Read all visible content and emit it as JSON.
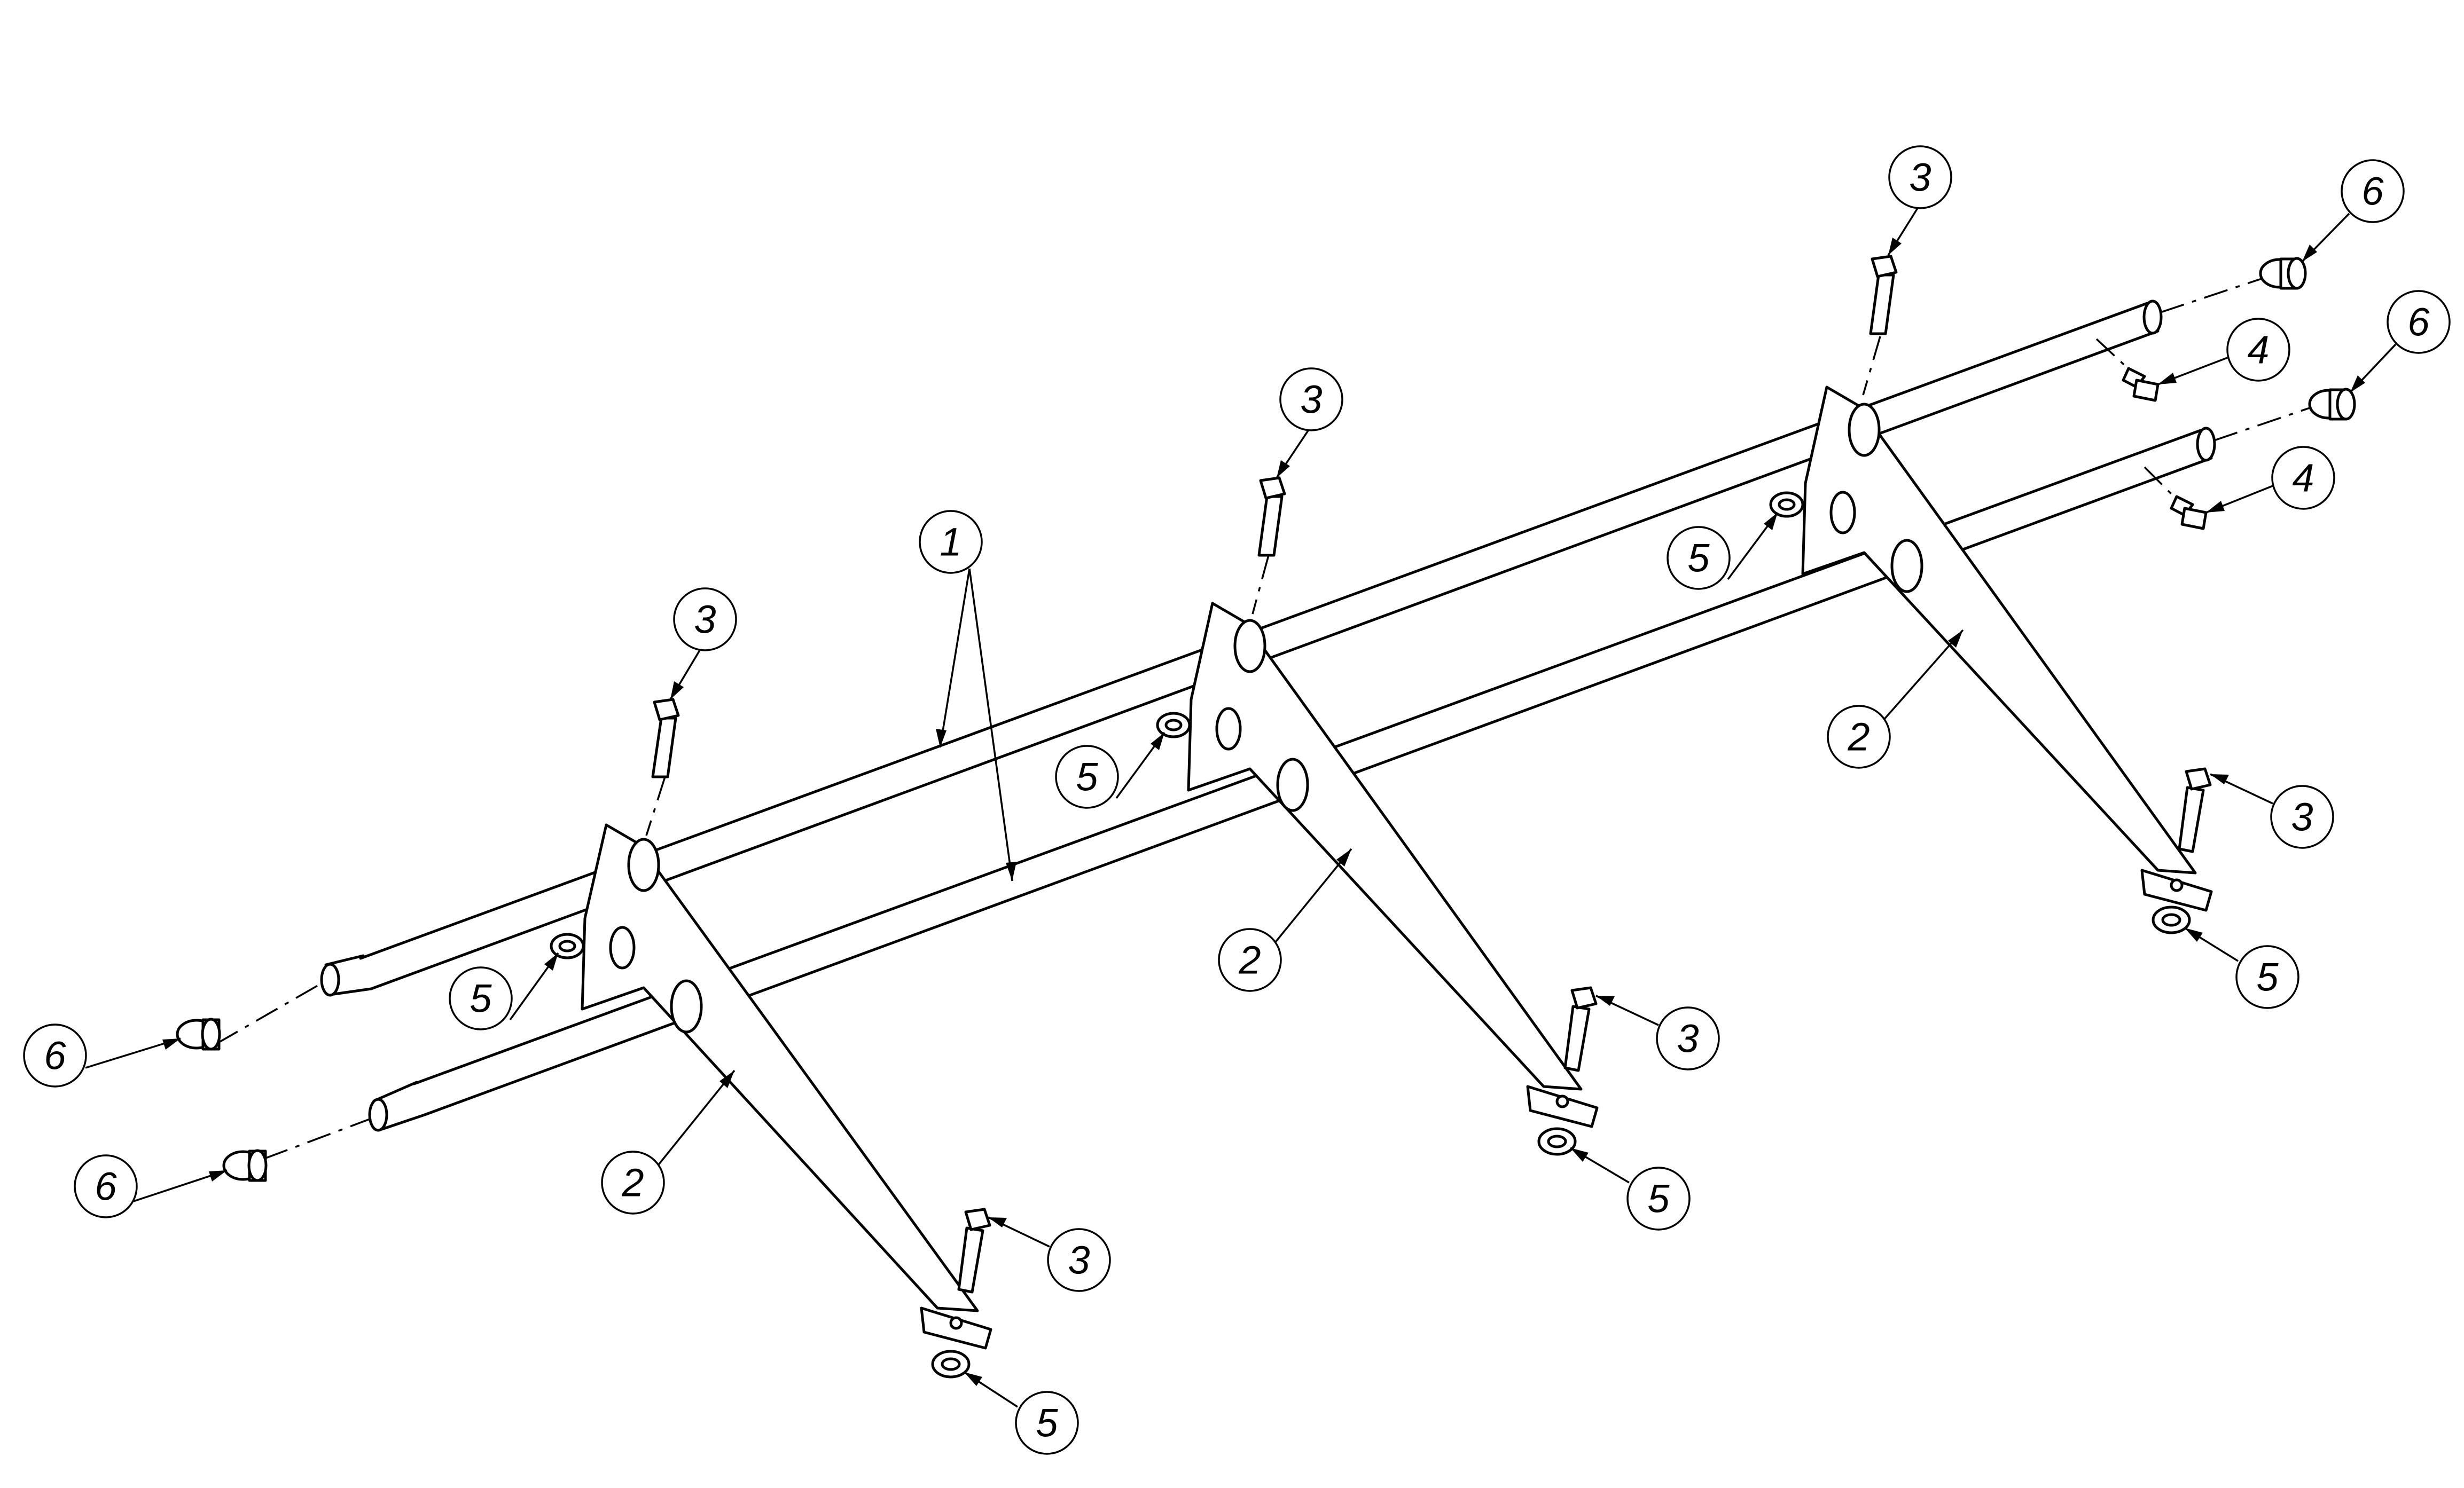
{
  "drawing": {
    "type": "exploded assembly drawing",
    "callouts": [
      {
        "label": "1"
      },
      {
        "label": "2"
      },
      {
        "label": "2"
      },
      {
        "label": "2"
      },
      {
        "label": "3"
      },
      {
        "label": "3"
      },
      {
        "label": "3"
      },
      {
        "label": "3"
      },
      {
        "label": "3"
      },
      {
        "label": "3"
      },
      {
        "label": "4"
      },
      {
        "label": "4"
      },
      {
        "label": "5"
      },
      {
        "label": "5"
      },
      {
        "label": "5"
      },
      {
        "label": "5"
      },
      {
        "label": "5"
      },
      {
        "label": "5"
      },
      {
        "label": "6"
      },
      {
        "label": "6"
      },
      {
        "label": "6"
      },
      {
        "label": "6"
      }
    ]
  }
}
